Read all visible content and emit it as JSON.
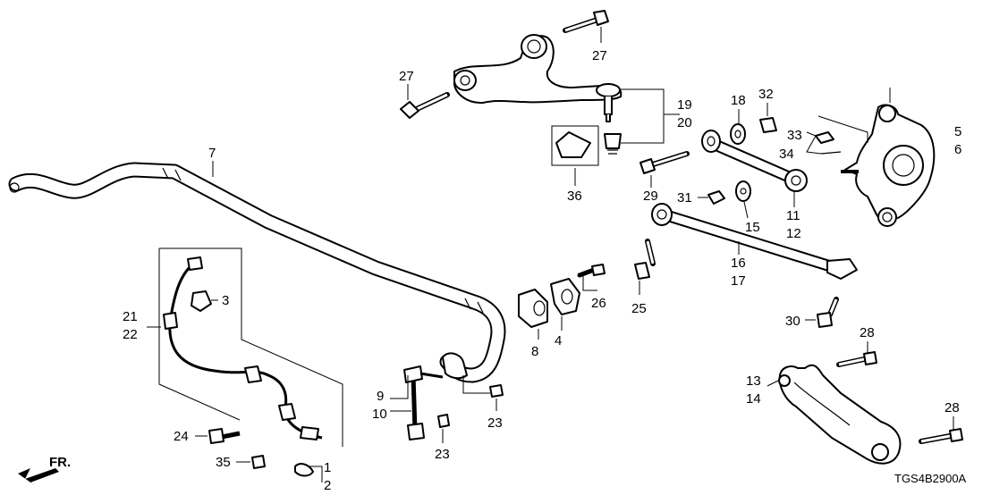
{
  "diagram": {
    "code": "TGS4B2900A",
    "direction": "FR.",
    "callouts": {
      "c1": "1",
      "c2": "2",
      "c3": "3",
      "c4": "4",
      "c5": "5",
      "c6": "6",
      "c7": "7",
      "c8": "8",
      "c9": "9",
      "c10": "10",
      "c11": "11",
      "c12": "12",
      "c13": "13",
      "c14": "14",
      "c15": "15",
      "c16": "16",
      "c17": "17",
      "c18": "18",
      "c19": "19",
      "c20": "20",
      "c21": "21",
      "c22": "22",
      "c23a": "23",
      "c23b": "23",
      "c24": "24",
      "c25": "25",
      "c26": "26",
      "c27a": "27",
      "c27b": "27",
      "c28a": "28",
      "c28b": "28",
      "c29": "29",
      "c30": "30",
      "c31": "31",
      "c32": "32",
      "c33": "33",
      "c34": "34",
      "c35": "35",
      "c36": "36"
    }
  }
}
